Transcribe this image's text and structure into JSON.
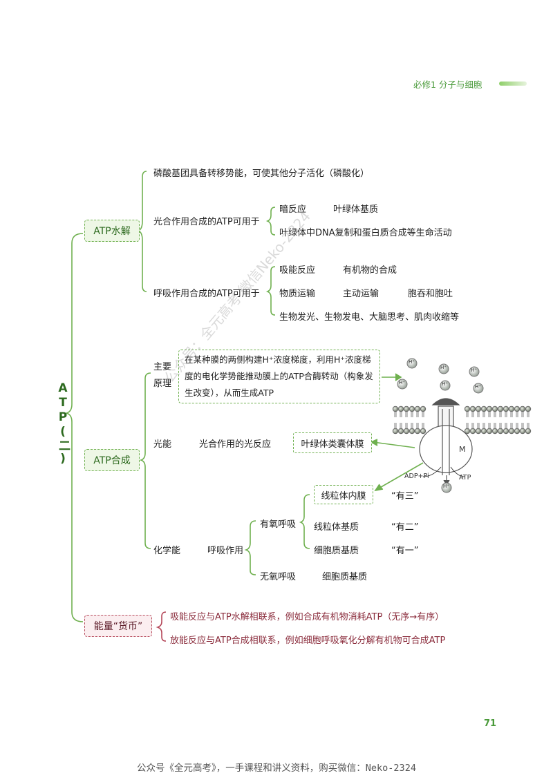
{
  "header": {
    "subject": "必修1   分子与细胞"
  },
  "title": "ATP(二)",
  "hydrolysis": {
    "label": "ATP水解",
    "item1": "磷酸基团具备转移势能，可使其他分子活化（磷酸化）",
    "photo": {
      "label": "光合作用合成的ATP可用于",
      "line1a": "暗反应",
      "line1b": "叶绿体基质",
      "line2": "叶绿体中DNA复制和蛋白质合成等生命活动"
    },
    "resp": {
      "label": "呼吸作用合成的ATP可用于",
      "r1a": "吸能反应",
      "r1b": "有机物的合成",
      "r2a": "物质运输",
      "r2b": "主动运输",
      "r2c": "胞吞和胞吐",
      "r3": "生物发光、生物发电、大脑思考、肌肉收缩等"
    }
  },
  "synthesis": {
    "label": "ATP合成",
    "principle_label": "主要原理",
    "principle_text": "在某种膜的两侧构建H⁺浓度梯度，利用H⁺浓度梯度的电化学势能推动膜上的ATP合酶转动（构象发生改变），从而生成ATP",
    "light_label": "光能",
    "light_process": "光合作用的光反应",
    "thylakoid": "叶绿体类囊体膜",
    "chem_label": "化学能",
    "resp_label": "呼吸作用",
    "aerobic": "有氧呼吸",
    "anaerobic": "无氧呼吸",
    "a1": "线粒体内膜",
    "a1q": "“有三”",
    "a2": "线粒体基质",
    "a2q": "“有二”",
    "a3": "细胞质基质",
    "a3q": "“有一”",
    "anaerobic_site": "细胞质基质",
    "diagram": {
      "h": "H⁺",
      "m": "M",
      "adp": "ADP+Pi",
      "atp": "ATP"
    }
  },
  "currency": {
    "label": "能量“货币”",
    "c1": "吸能反应与ATP水解相联系，例如合成有机物消耗ATP（无序→有序）",
    "c2": "放能反应与ATP合成相联系，例如细胞呼吸氧化分解有机物可合成ATP"
  },
  "page_number": "71",
  "footer": "公众号《全元高考》，一手课程和讲义资料，购买微信：Neko-2324",
  "watermark": "公众号：全元高考 微信Neko-2324"
}
